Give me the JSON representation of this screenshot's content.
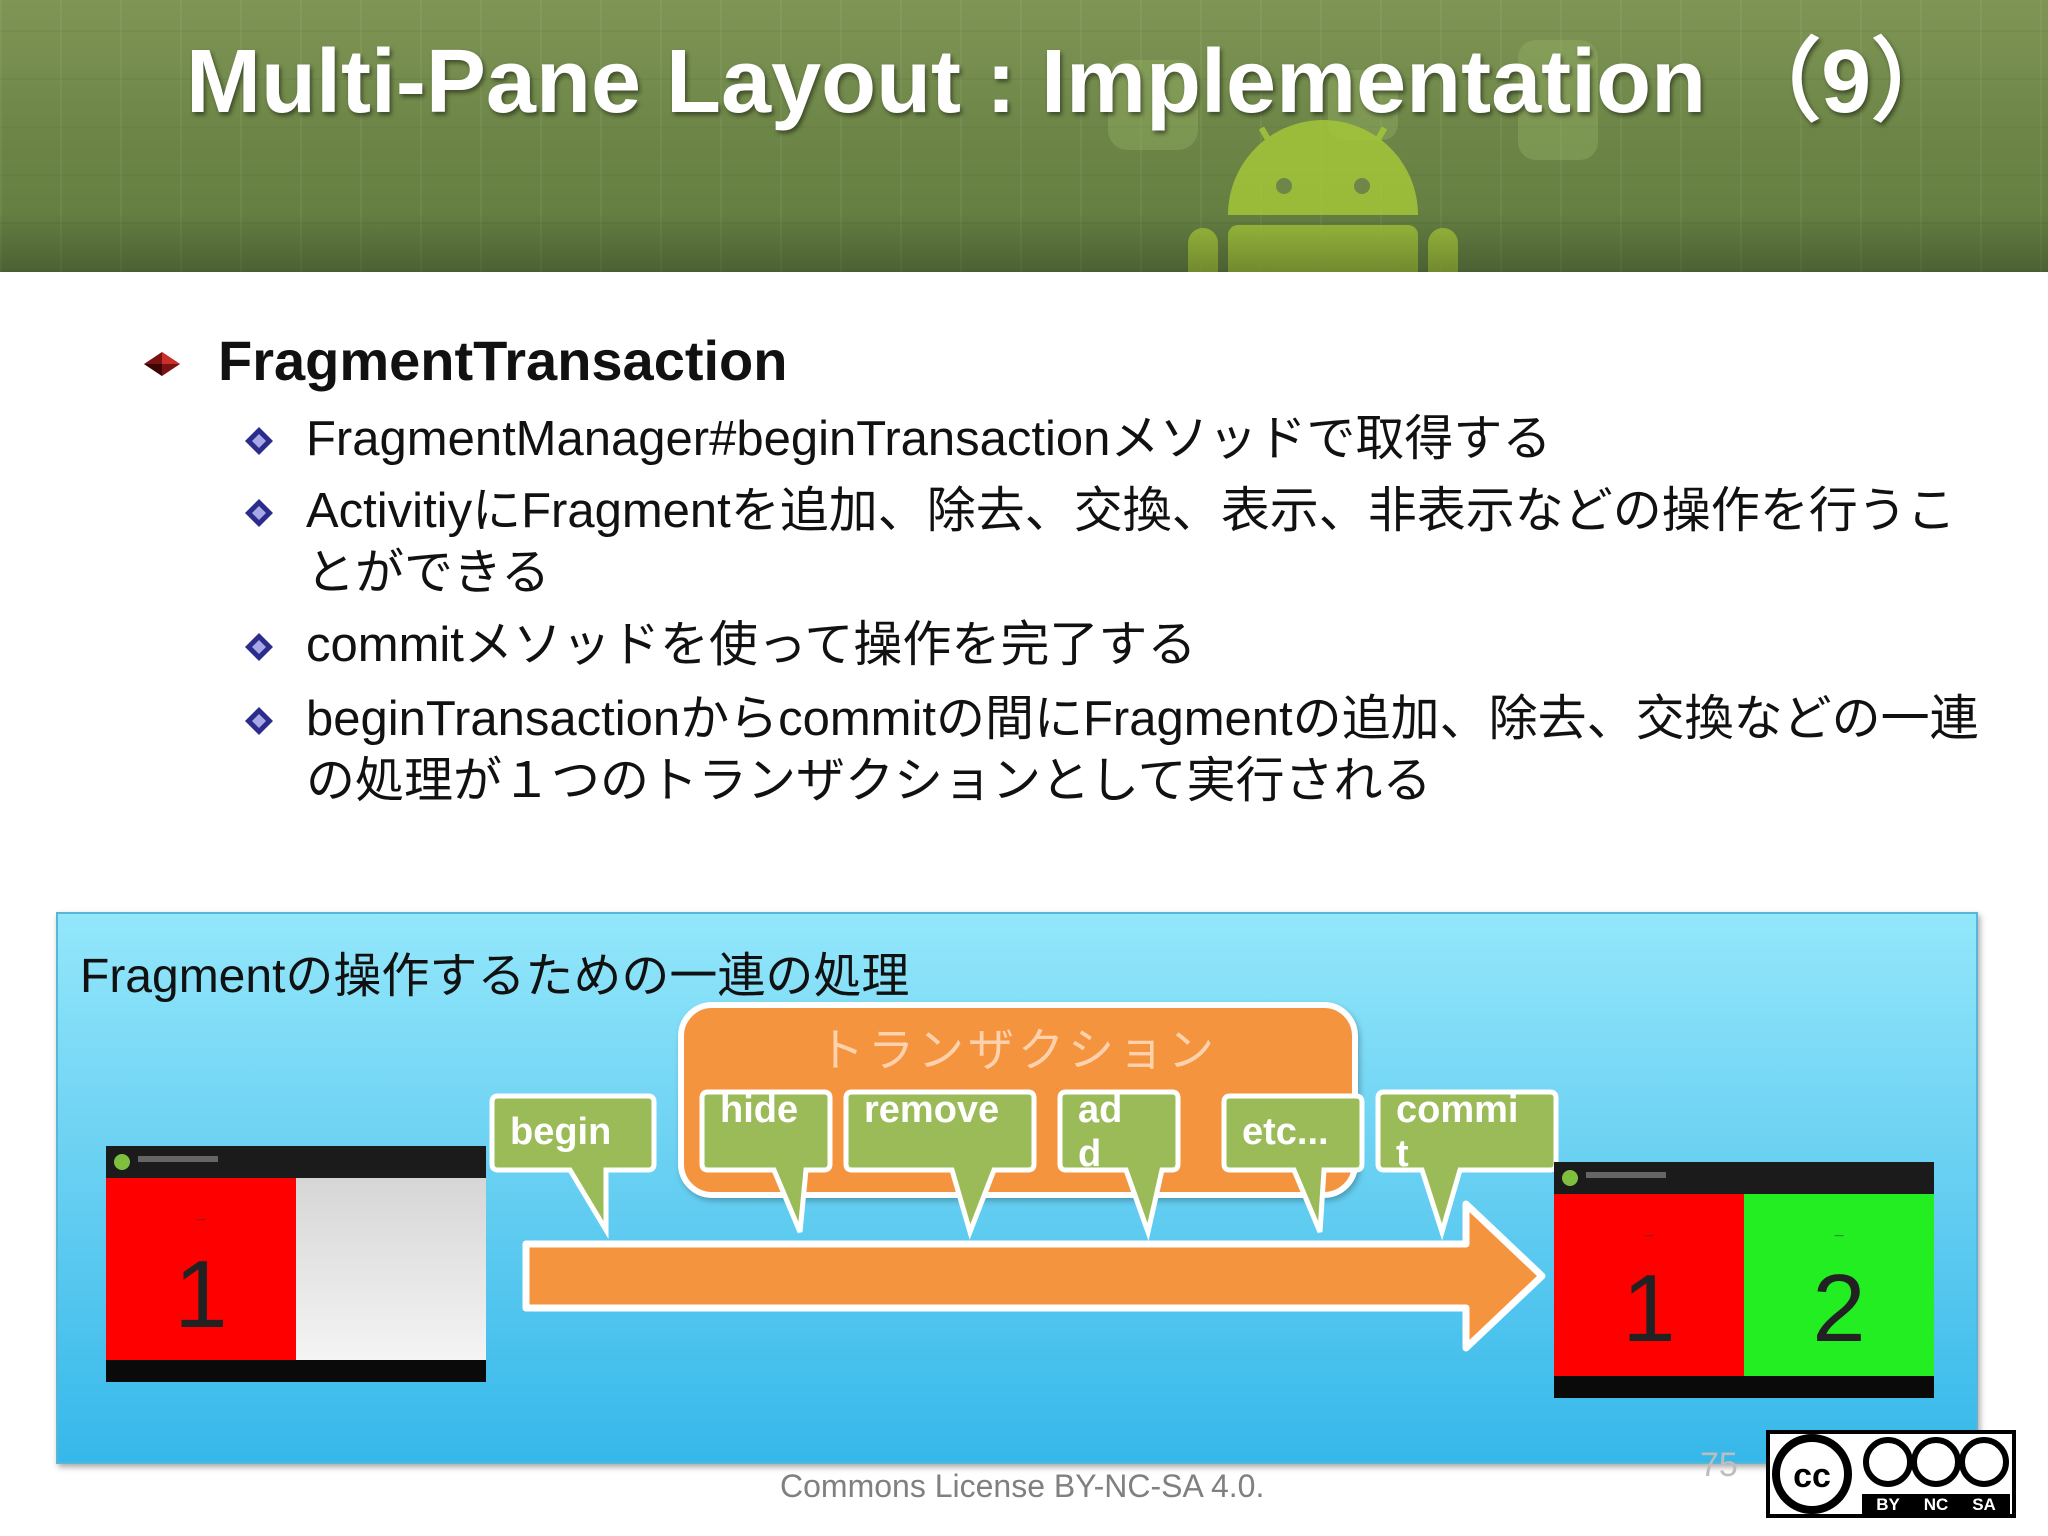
{
  "slide": {
    "title": "Multi-Pane Layout : Implementation （9）",
    "heading": "FragmentTransaction",
    "bullets": [
      "FragmentManager#beginTransactionメソッドで取得する",
      "ActivitiyにFragmentを追加、除去、交換、表示、非表示などの操作を行うことができる",
      "commitメソッドを使って操作を完了する",
      "beginTransactionからcommitの間にFragmentの追加、除去、交換などの一連の処理が１つのトランザクションとして実行される"
    ]
  },
  "diagram": {
    "title": "Fragmentの操作するための一連の処理",
    "transaction_label": "トランザクション",
    "steps": [
      "begin",
      "hide",
      "remove",
      "add",
      "etc...",
      "commit"
    ],
    "before_panes": [
      "1"
    ],
    "after_panes": [
      "1",
      "2"
    ]
  },
  "footer": {
    "license": "Commons License BY-NC-SA 4.0.",
    "page_number": "75",
    "cc_labels": [
      "BY",
      "NC",
      "SA"
    ]
  },
  "colors": {
    "header": "#6e8748",
    "diagram_bg": "#6fd3f3",
    "transaction": "#f5943e",
    "callout": "#9bbb59",
    "pane_red": "#ff0000",
    "pane_green": "#22ee22",
    "bullet_diamond": "#2c2c8c",
    "bullet_arrow": "#8b1a1a"
  },
  "icons": [
    "android-robot-icon",
    "arrow-bullet-icon",
    "diamond-bullet-icon",
    "creative-commons-icon"
  ]
}
